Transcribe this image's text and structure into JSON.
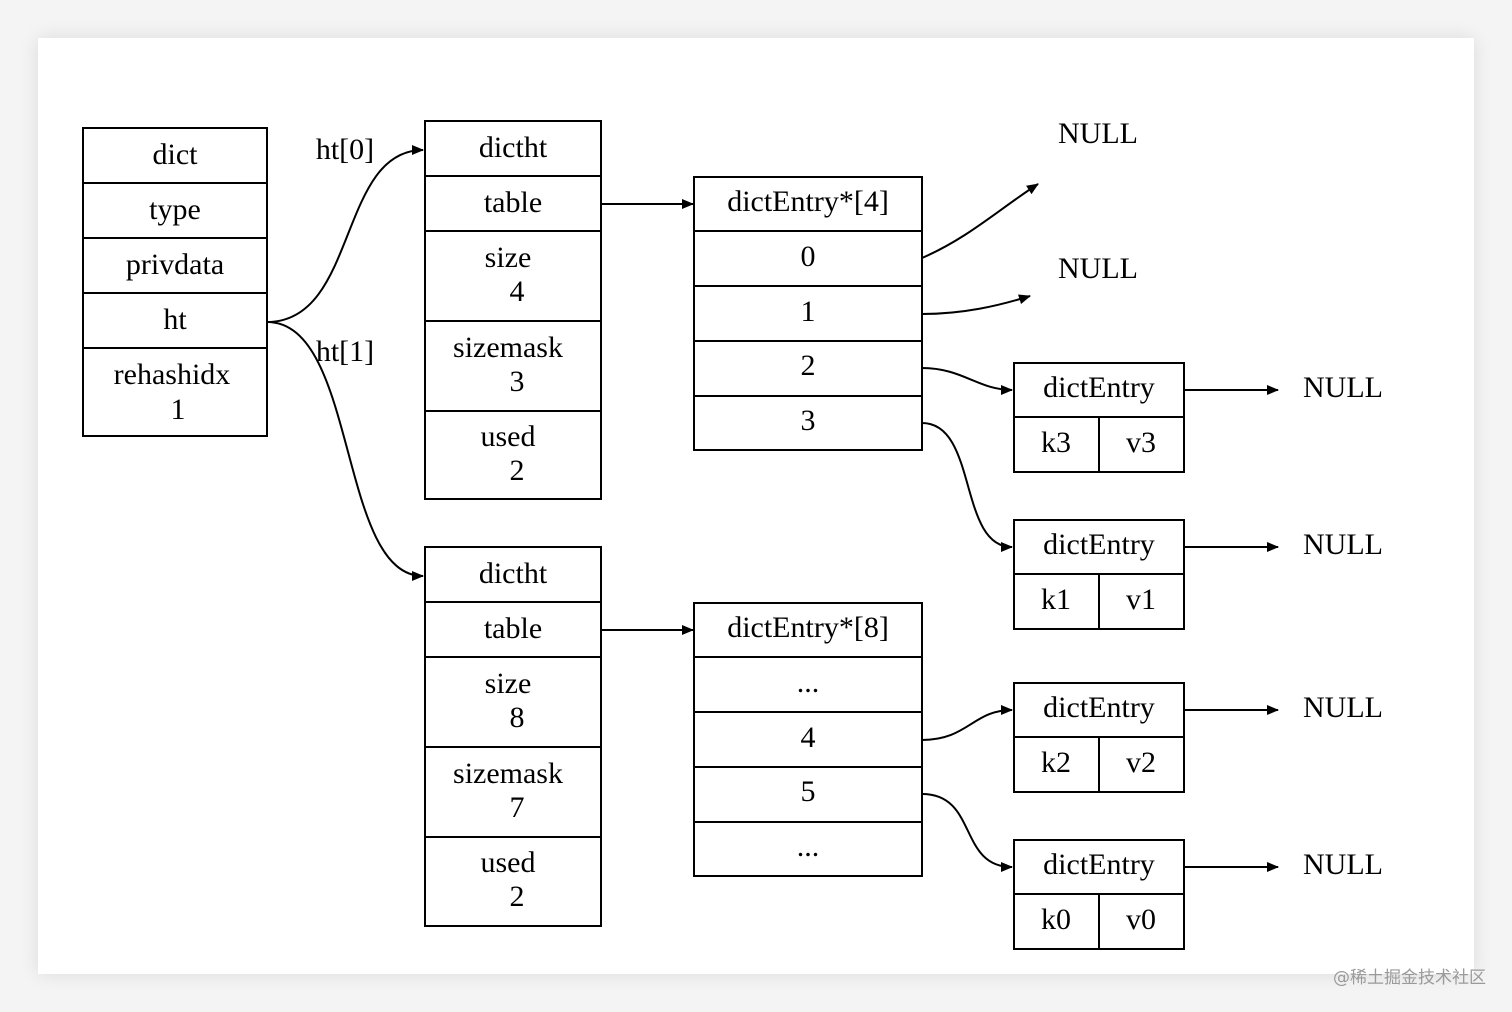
{
  "dict": {
    "title": "dict",
    "fields": [
      "type",
      "privdata",
      "ht",
      "rehashidx",
      "1"
    ]
  },
  "edge_labels": {
    "ht0": "ht[0]",
    "ht1": "ht[1]"
  },
  "ht0": {
    "title": "dictht",
    "table": "table",
    "size_label": "size",
    "size_value": "4",
    "sizemask_label": "sizemask",
    "sizemask_value": "3",
    "used_label": "used",
    "used_value": "2"
  },
  "ht1": {
    "title": "dictht",
    "table": "table",
    "size_label": "size",
    "size_value": "8",
    "sizemask_label": "sizemask",
    "sizemask_value": "7",
    "used_label": "used",
    "used_value": "2"
  },
  "array4": {
    "title": "dictEntry*[4]",
    "slots": [
      "0",
      "1",
      "2",
      "3"
    ]
  },
  "array8": {
    "title": "dictEntry*[8]",
    "slots": [
      "...",
      "4",
      "5",
      "..."
    ]
  },
  "entries": [
    {
      "title": "dictEntry",
      "key": "k3",
      "value": "v3"
    },
    {
      "title": "dictEntry",
      "key": "k1",
      "value": "v1"
    },
    {
      "title": "dictEntry",
      "key": "k2",
      "value": "v2"
    },
    {
      "title": "dictEntry",
      "key": "k0",
      "value": "v0"
    }
  ],
  "null_label": "NULL",
  "watermark": "@稀土掘金技术社区"
}
